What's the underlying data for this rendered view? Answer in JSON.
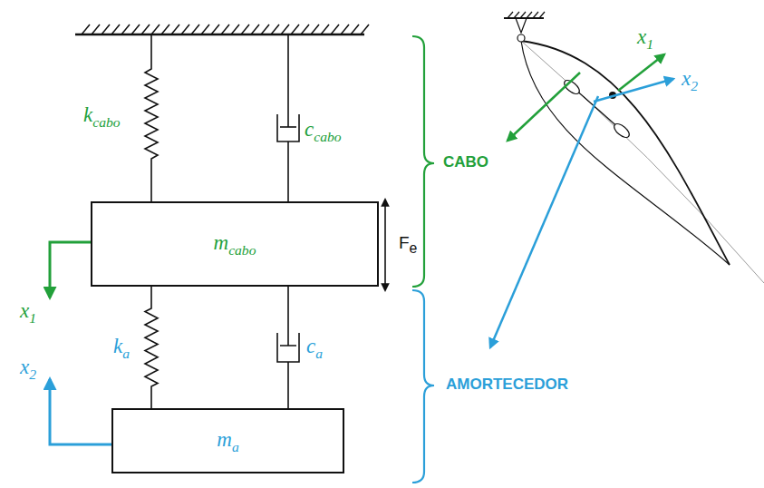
{
  "diagram": {
    "nodes": [
      {
        "text": [
          "mcabo"
        ]
      },
      {
        "text": [
          "ma"
        ]
      }
    ],
    "edges": [
      {
        "from": 0,
        "to": 1,
        "arrow": "none",
        "label": "ka"
      },
      {
        "from": 0,
        "to": 1,
        "arrow": "none",
        "label": "ca"
      }
    ],
    "labels": [
      "kcabo",
      "ccabo",
      "Fe",
      "x1",
      "x2",
      "CABO",
      "AMORTECEDOR",
      "x1",
      "x2"
    ]
  }
}
